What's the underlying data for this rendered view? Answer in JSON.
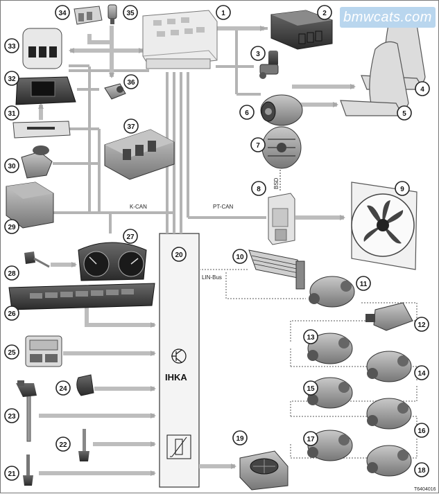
{
  "watermark": "bmwcats.com",
  "figure_ref": "T6404016",
  "bus_labels": {
    "k_can": "K-CAN",
    "pt_can": "PT-CAN",
    "lin_bus": "LIN-Bus",
    "bsd": "BSD"
  },
  "controller_label": "IHKA",
  "numbers": [
    "1",
    "2",
    "3",
    "4",
    "5",
    "6",
    "7",
    "8",
    "9",
    "10",
    "11",
    "12",
    "13",
    "14",
    "15",
    "16",
    "17",
    "18",
    "19",
    "20",
    "21",
    "22",
    "23",
    "24",
    "25",
    "26",
    "27",
    "28",
    "29",
    "30",
    "31",
    "32",
    "33",
    "34",
    "35",
    "36",
    "37"
  ],
  "colors": {
    "line": "#b9b9b9",
    "part": "#8a8a8a",
    "dark": "#3c3c3c"
  }
}
